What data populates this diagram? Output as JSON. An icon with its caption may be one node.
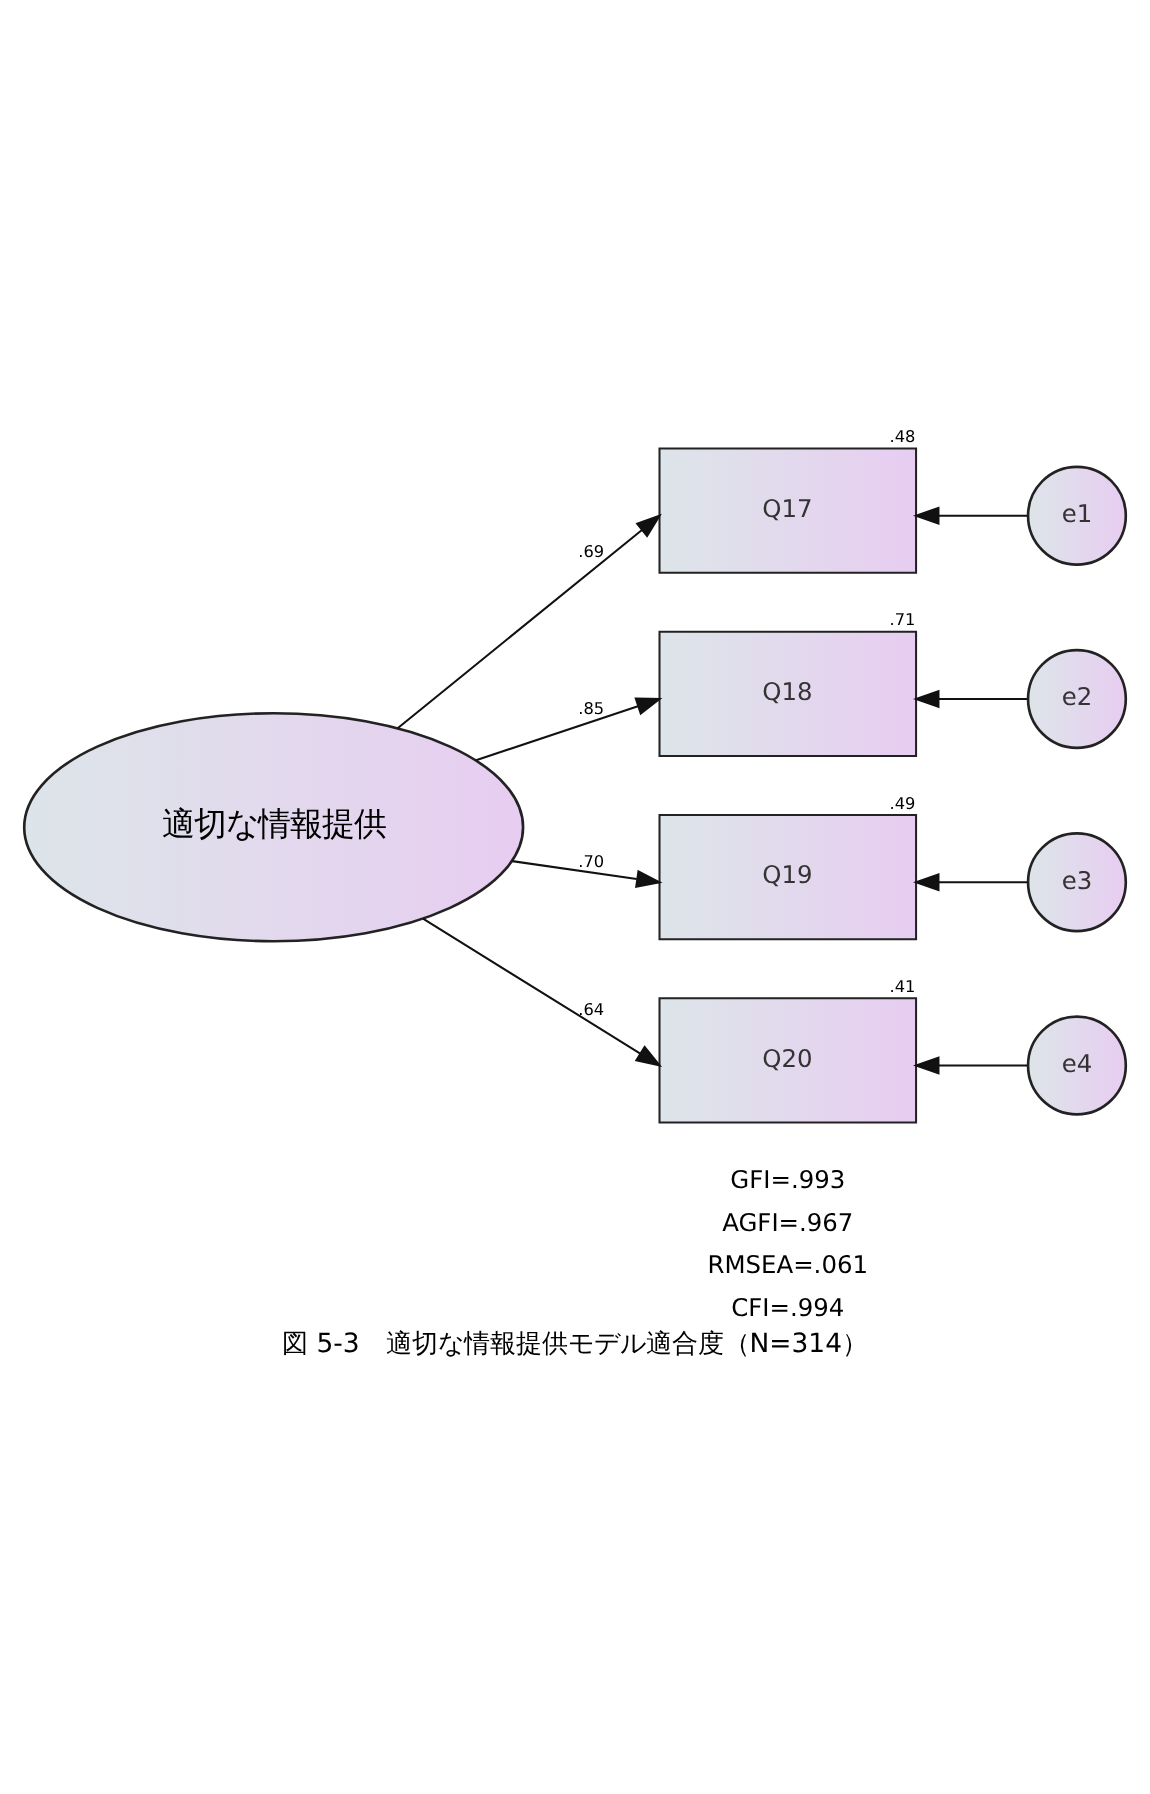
{
  "diagram": {
    "caption": "図 5-3　適切な情報提供モデル適合度（N=314）",
    "nodes": [
      {
        "text": [
          "適切な情報提供"
        ]
      },
      {
        "text": [
          "Q17"
        ],
        "beside": [
          ".48"
        ]
      },
      {
        "text": [
          "Q18"
        ],
        "beside": [
          ".71"
        ]
      },
      {
        "text": [
          "Q19"
        ],
        "beside": [
          ".49"
        ]
      },
      {
        "text": [
          "Q20"
        ],
        "beside": [
          ".41"
        ]
      },
      {
        "text": [
          "e1"
        ]
      },
      {
        "text": [
          "e2"
        ]
      },
      {
        "text": [
          "e3"
        ]
      },
      {
        "text": [
          "e4"
        ]
      }
    ],
    "edges": [
      {
        "from": 0,
        "to": 1,
        "arrow": "to",
        "label": ".69"
      },
      {
        "from": 0,
        "to": 2,
        "arrow": "to",
        "label": ".85"
      },
      {
        "from": 0,
        "to": 3,
        "arrow": "to",
        "label": ".70"
      },
      {
        "from": 0,
        "to": 4,
        "arrow": "to",
        "label": ".64"
      },
      {
        "from": 5,
        "to": 1,
        "arrow": "to"
      },
      {
        "from": 6,
        "to": 2,
        "arrow": "to"
      },
      {
        "from": 7,
        "to": 3,
        "arrow": "to"
      },
      {
        "from": 8,
        "to": 4,
        "arrow": "to"
      }
    ],
    "labels": [
      "GFI=.993",
      "AGFI=.967",
      "RMSEA=.061",
      "CFI=.994"
    ]
  }
}
